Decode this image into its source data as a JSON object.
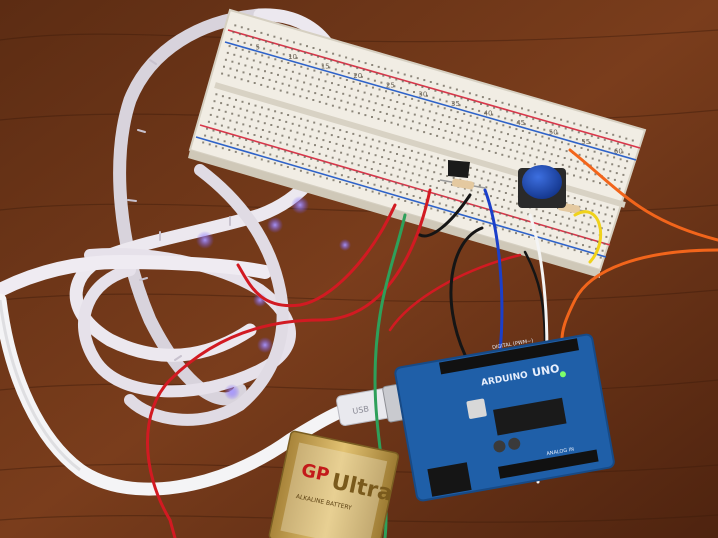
{
  "breadboard": {
    "col_numbers": [
      "5",
      "10",
      "15",
      "20",
      "25",
      "30",
      "35",
      "40",
      "45",
      "50",
      "55",
      "60"
    ]
  },
  "arduino": {
    "brand": "ARDUINO",
    "model": "UNO",
    "header_label": "DIGITAL (PWM~)",
    "analog_label": "ANALOG IN"
  },
  "battery": {
    "brand": "GP",
    "product": "Ultra",
    "tagline": "ALKALINE BATTERY"
  },
  "usb_connector": {
    "marking": "USB"
  },
  "colors": {
    "table": "#7a3d1c",
    "breadboard": "#f1ede4",
    "rail_red": "#d9364a",
    "rail_blue": "#2f63c9",
    "arduino_pcb": "#1f5fa8",
    "button_cap": "#1d4fb5",
    "led_strip": "#ece8ef",
    "led_glow": "#7b64ff",
    "wire_red": "#d21a22",
    "wire_orange": "#f2651b",
    "wire_black": "#151515",
    "wire_blue": "#1b3fc9",
    "wire_green": "#2ea05a",
    "wire_yellow": "#f0d21b",
    "wire_white": "#f4f4f4",
    "battery_gold": "#c9a24a"
  }
}
